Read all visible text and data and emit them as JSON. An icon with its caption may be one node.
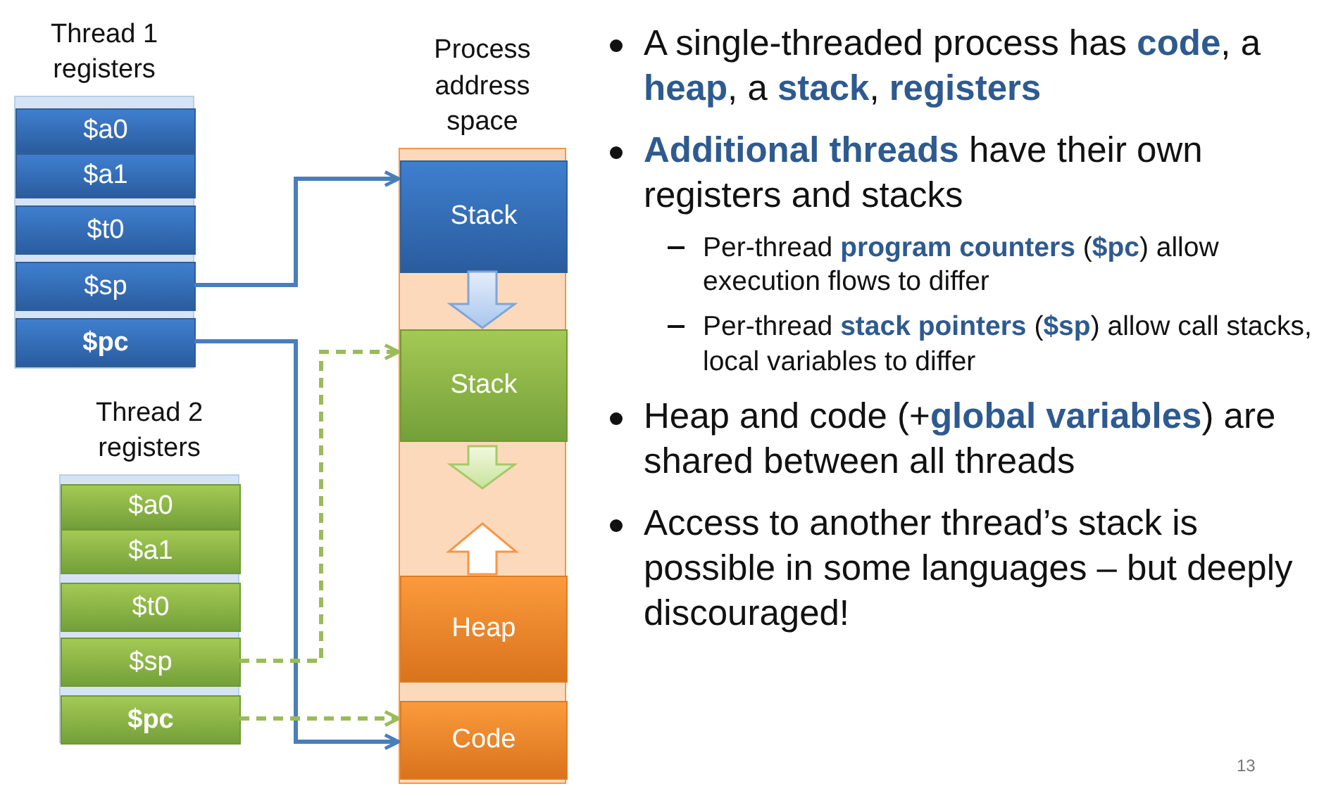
{
  "diagram": {
    "nodes": [
      {
        "text": [
          "Thread 1 registers"
        ]
      },
      {
        "text": [
          "$a0"
        ],
        "in": 0
      },
      {
        "text": [
          "$a1"
        ],
        "in": 0
      },
      {
        "text": [
          "$t0"
        ],
        "in": 0
      },
      {
        "text": [
          "$sp"
        ],
        "in": 0
      },
      {
        "text": [
          "$pc"
        ],
        "in": 0
      },
      {
        "text": [
          "Thread 2 registers"
        ]
      },
      {
        "text": [
          "$a0"
        ],
        "in": 6
      },
      {
        "text": [
          "$a1"
        ],
        "in": 6
      },
      {
        "text": [
          "$t0"
        ],
        "in": 6
      },
      {
        "text": [
          "$sp"
        ],
        "in": 6
      },
      {
        "text": [
          "$pc"
        ],
        "in": 6
      },
      {
        "text": [
          "Process address space"
        ]
      },
      {
        "text": [
          "Stack"
        ],
        "in": 12
      },
      {
        "text": [
          "Stack"
        ],
        "in": 12
      },
      {
        "text": [
          "Heap"
        ],
        "in": 12
      },
      {
        "text": [
          "Code"
        ],
        "in": 12
      }
    ],
    "edges": [
      {
        "from": 13,
        "to": 14,
        "arrow": "to",
        "style": "thick"
      },
      {
        "from": 4,
        "to": 13,
        "arrow": "to"
      },
      {
        "from": 5,
        "to": 16,
        "arrow": "to"
      },
      {
        "from": 10,
        "to": 14,
        "arrow": "to",
        "style": "dashed",
        "color": "#9bbb59"
      },
      {
        "from": 11,
        "to": 16,
        "arrow": "to",
        "style": "dashed",
        "color": "#9bbb59"
      }
    ],
    "labels": [
      "A single-threaded process has **code**, a **heap**, a **stack**, **registers**",
      "**Additional threads** have their own registers and stacks",
      "Per-thread **program counters** (**$pc**) allow execution flows to differ",
      "Per-thread **stack pointers** (**$sp**) allow call stacks, local variables to differ",
      "Heap and code (+**global variables**) are shared between all threads",
      "Access to another thread’s stack is possible in some languages – but deeply discouraged!",
      "13"
    ]
  }
}
